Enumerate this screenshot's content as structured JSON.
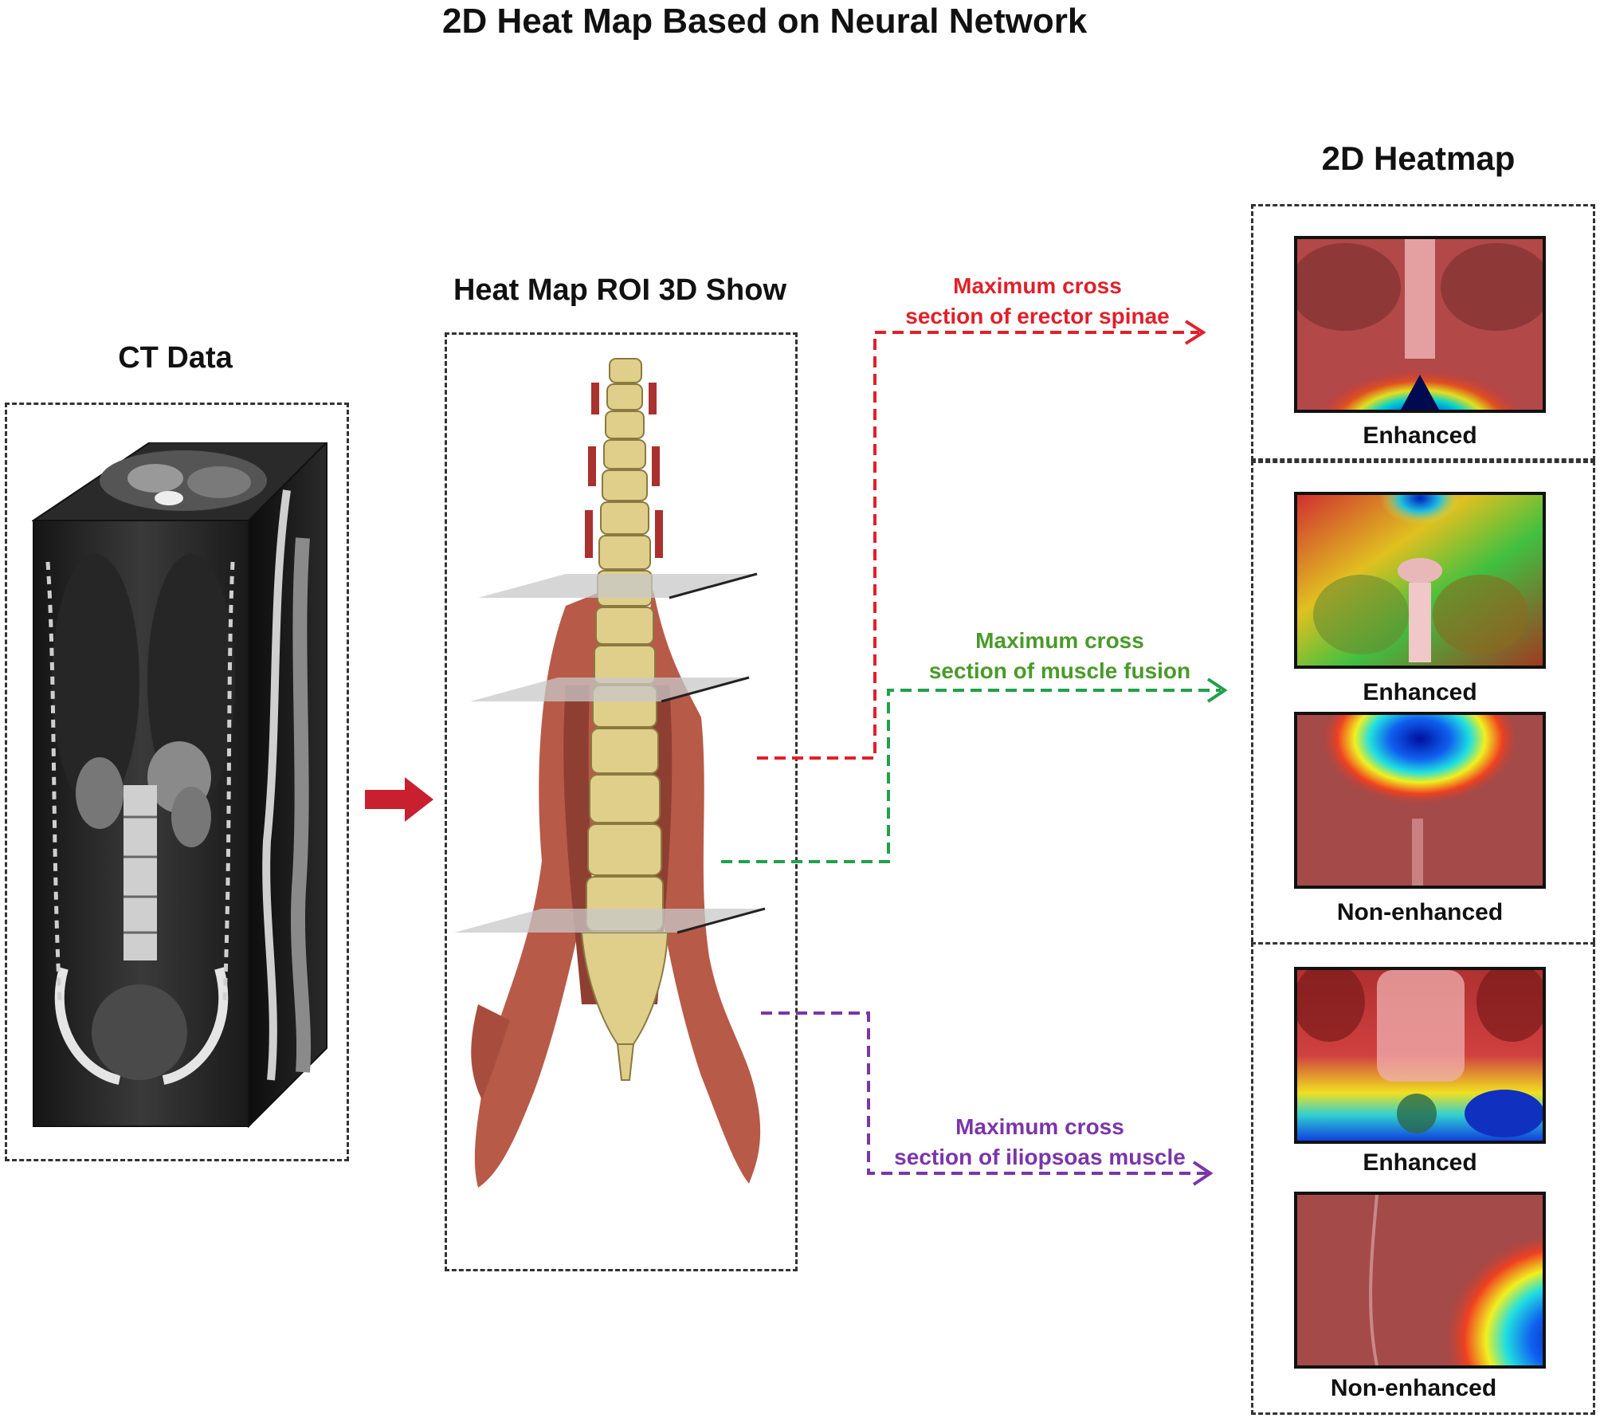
{
  "page_title": "2D Heat Map Based on  Neural Network",
  "ct_panel": {
    "title": "CT Data"
  },
  "roi_panel": {
    "title": "Heat Map ROI 3D Show"
  },
  "heatmap_panel": {
    "title": "2D Heatmap"
  },
  "connectors": [
    {
      "line1": "Maximum cross",
      "line2": "section of erector spinae",
      "color": "#e0202a"
    },
    {
      "line1": "Maximum cross",
      "line2": "section of muscle fusion",
      "color": "#4a9a2a"
    },
    {
      "line1": "Maximum cross",
      "line2": "section of iliopsoas muscle",
      "color": "#7b35a8"
    }
  ],
  "heatmaps": [
    {
      "caption": "Enhanced"
    },
    {
      "caption": "Enhanced"
    },
    {
      "caption": "Non-enhanced"
    },
    {
      "caption": "Enhanced"
    },
    {
      "caption": "Non-enhanced"
    }
  ],
  "colors": {
    "arrow": "#c8202f",
    "muscle": "#b85a48",
    "bone": "#e0cf8a",
    "box_border": "#333333"
  }
}
